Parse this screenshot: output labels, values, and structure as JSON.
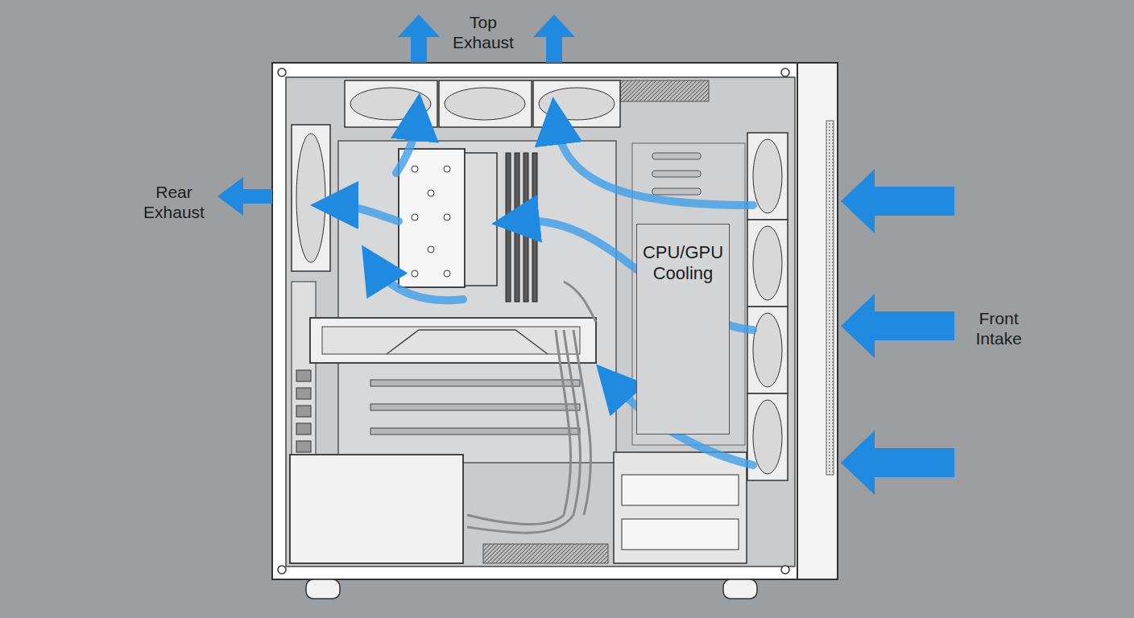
{
  "diagram": {
    "nodes": [
      {
        "text": [
          "CPU/GPU Cooling"
        ]
      }
    ],
    "labels": [
      "Top Exhaust",
      "Rear Exhaust",
      "Front Intake"
    ]
  }
}
